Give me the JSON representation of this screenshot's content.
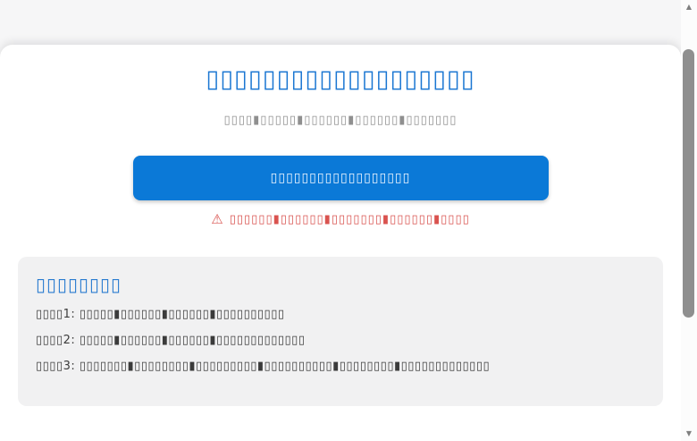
{
  "card": {
    "title": "▯▯▯▯▯▯▯▯▯▯▯▯▯▯▯▯▯▯▯",
    "subtitle": "▯▯▯▯▮▯▯▯▯▯▮▯▯▯▯▯▯▮▯▯▯▯▯▯▮▯▯▯▯▯▯▯",
    "button_label": "▯▯▯▯▯▯▯▯▯▯▯▯▯▯▯▯▯▯",
    "warning_icon": "⚠",
    "warning_text": "▯▯▯▯▯▯▮▯▯▯▯▯▯▮▯▯▯▯▯▯▯▮▯▯▯▯▯▯▮▯▯▯▯"
  },
  "panel": {
    "heading": "▯▯▯▯▯▯▯▯",
    "steps": [
      "▯▯▯▯1: ▯▯▯▯▯▮▯▯▯▯▯▯▮▯▯▯▯▯▯▮▯▯▯▯▯▯▯▯▯▯",
      "▯▯▯▯2: ▯▯▯▯▯▮▯▯▯▯▯▯▮▯▯▯▯▯▯▮▯▯▯▯▯▯▯▯▯▯▯▯▯",
      "▯▯▯▯3: ▯▯▯▯▯▯▯▮▯▯▯▯▯▯▯▯▮▯▯▯▯▯▯▯▯▯▮▯▯▯▯▯▯▯▯▯▯▮▯▯▯▯▯▯▯▯▮▯▯▯▯▯▯▯▯▯▯▯▯▯"
    ]
  },
  "scrollbar": {
    "up_glyph": "▲",
    "down_glyph": "▼"
  },
  "colors": {
    "accent_blue": "#0b79d7",
    "title_blue": "#1a76d2",
    "heading_blue": "#2a7cd0",
    "warning_red": "#d9534f",
    "page_background": "#f6f6f7",
    "panel_background": "#f1f1f2",
    "scroll_thumb": "#8f8f8f"
  }
}
